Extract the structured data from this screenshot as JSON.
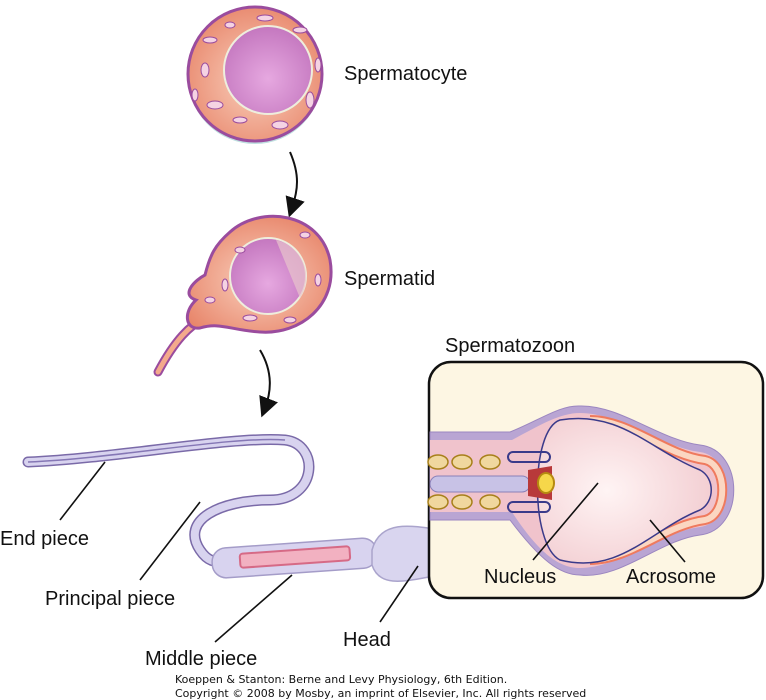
{
  "labels": {
    "spermatocyte": "Spermatocyte",
    "spermatid": "Spermatid",
    "spermatozoon": "Spermatozoon",
    "end_piece": "End piece",
    "principal_piece": "Principal piece",
    "middle_piece": "Middle piece",
    "head": "Head",
    "nucleus": "Nucleus",
    "acrosome": "Acrosome"
  },
  "credit": {
    "line1": "Koeppen & Stanton: Berne and Levy Physiology, 6th Edition.",
    "line2": "Copyright © 2008 by Mosby, an imprint of Elsevier, Inc. All rights reserved"
  },
  "colors": {
    "cytoplasm": "#f0a58a",
    "nucleus": "#c979c4",
    "membrane": "#9a4c9e",
    "tail": "#c8c3e6",
    "box": "#fdf6e3"
  }
}
